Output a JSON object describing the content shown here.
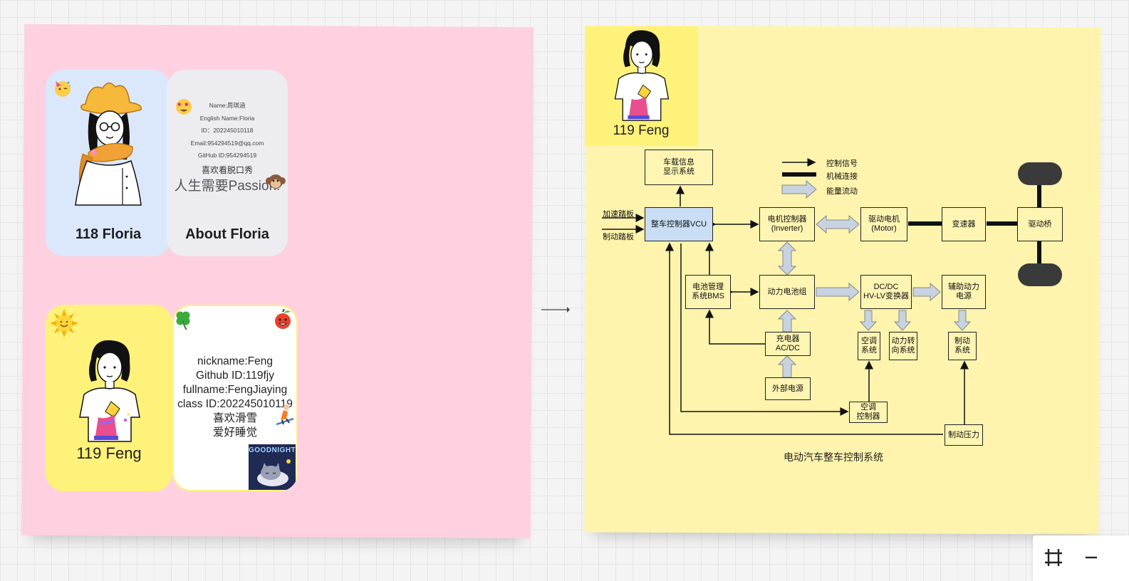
{
  "board": {
    "card_floria": {
      "label": "118 Floria"
    },
    "about_floria": {
      "title": "About Floria",
      "lines": [
        "Name:周琪涵",
        "English Name:Floria",
        "ID：202245010118",
        "Email:954294519@qq.com",
        "GitHub ID:954294519"
      ],
      "hobby": "喜欢看脱口秀",
      "motto": "人生需要Passion!"
    },
    "card_feng": {
      "label": "119 Feng"
    },
    "about_feng": {
      "lines": [
        "nickname:Feng",
        "Github ID:119fjy",
        "fullname:FengJiaying",
        "class ID:202245010119",
        "喜欢滑雪",
        "爱好睡觉"
      ],
      "sticker_text": "GOODNIGHT"
    },
    "yellow_avatar_label": "119 Feng"
  },
  "diagram": {
    "legend": [
      "控制信号",
      "机械连接",
      "能量流动"
    ],
    "blocks": {
      "info": "车载信息\n显示系统",
      "vcu": "整车控制器VCU",
      "inverter": "电机控制器\n(Inverter)",
      "motor": "驱动电机\n(Motor)",
      "trans": "变速器",
      "axle": "驱动桥",
      "bms": "电池管理\n系统BMS",
      "battery": "动力电池组",
      "dcdc": "DC/DC\nHV-LV变换器",
      "aux": "辅助动力\n电源",
      "charger": "充电器\nAC/DC",
      "ac": "空调\n系统",
      "steer": "动力转\n向系统",
      "brake": "制动\n系统",
      "ext": "外部电源",
      "acctrl": "空调\n控制器",
      "brakep": "制动压力"
    },
    "inputs": [
      "加速踏板",
      "制动踏板"
    ],
    "caption": "电动汽车整车控制系统"
  },
  "toolbar": {
    "frame_icon": "frame-icon",
    "zoom_out_icon": "minus-icon"
  },
  "colors": {
    "pink_note": "#ffd1e0",
    "yellow_note": "#fff4ad",
    "card_blue": "#dbe8fb",
    "card_yellow": "#fff27a",
    "vcu_blue": "#c9def4"
  }
}
